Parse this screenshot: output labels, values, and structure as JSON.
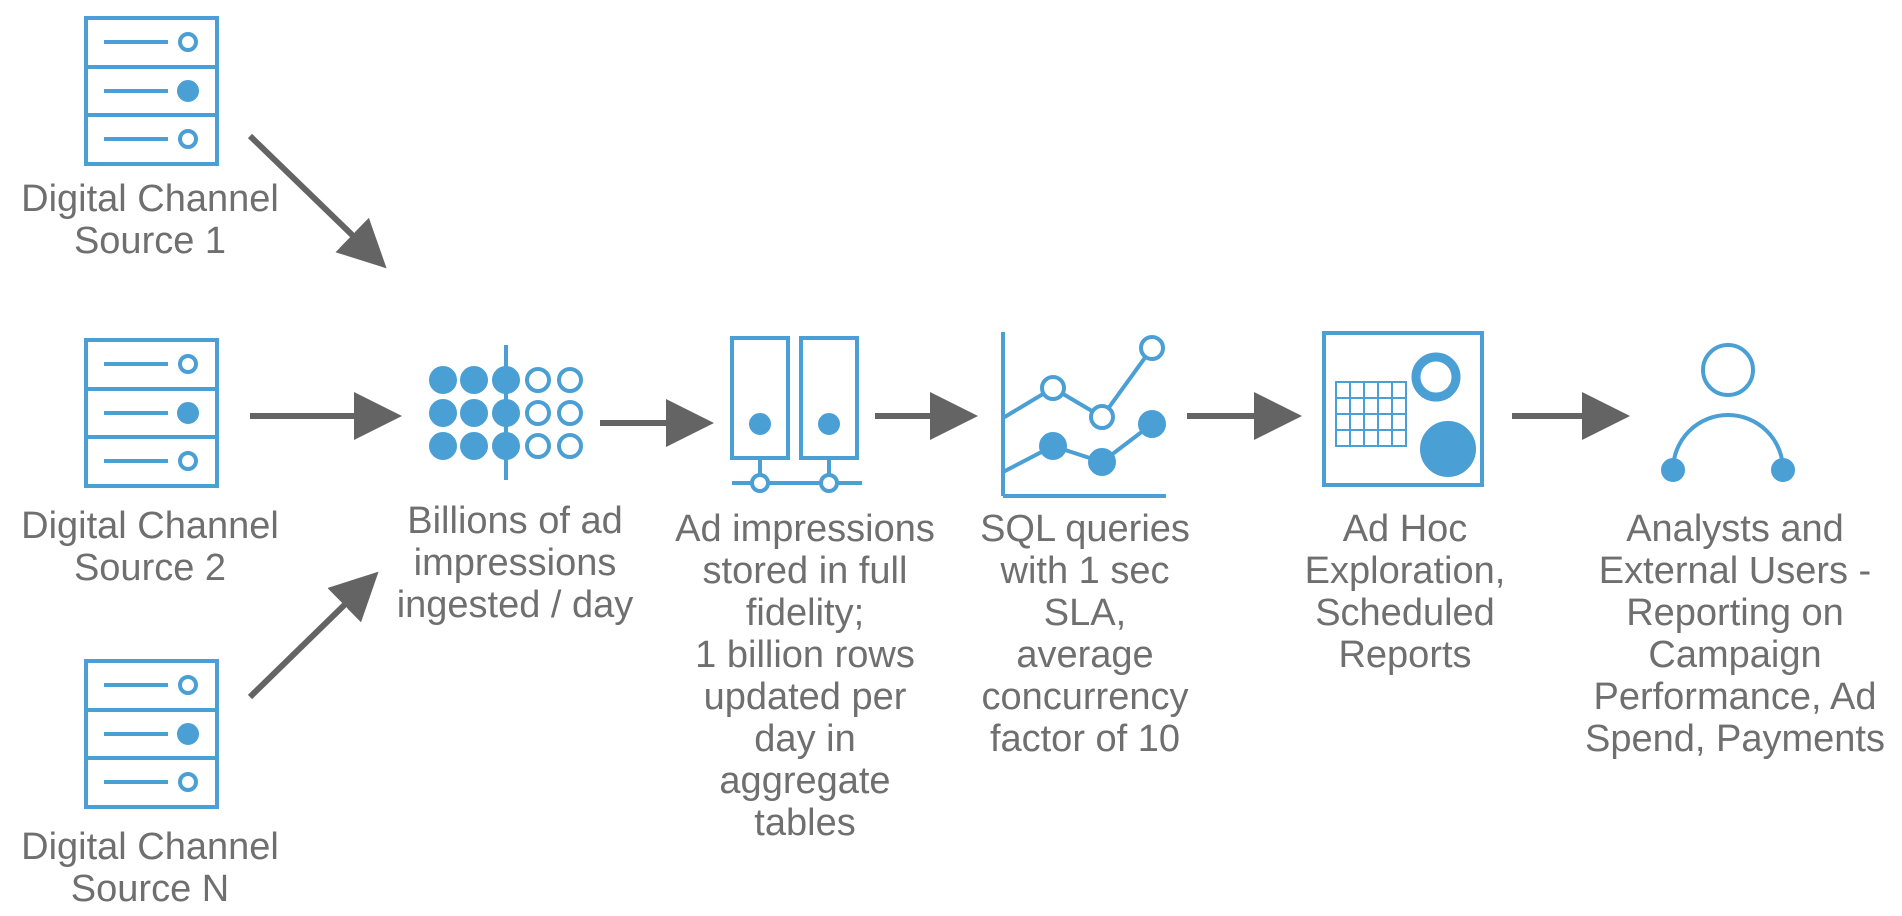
{
  "colors": {
    "accent": "#4a9fd4",
    "arrow": "#646464",
    "text": "#6f6f6f"
  },
  "sources": [
    {
      "icon": "server-icon",
      "lines": [
        "Digital Channel",
        "Source 1"
      ]
    },
    {
      "icon": "server-icon",
      "lines": [
        "Digital Channel",
        "Source 2"
      ]
    },
    {
      "icon": "server-icon",
      "lines": [
        "Digital Channel",
        "Source N"
      ]
    }
  ],
  "stages": [
    {
      "icon": "dots-grid-icon",
      "lines": [
        "Billions of ad",
        "impressions",
        "ingested / day"
      ]
    },
    {
      "icon": "storage-columns-icon",
      "lines": [
        "Ad impressions",
        "stored in full",
        "fidelity;",
        "1 billion rows",
        "updated per",
        "day in",
        "aggregate",
        "tables"
      ]
    },
    {
      "icon": "line-chart-icon",
      "lines": [
        "SQL queries",
        "with 1 sec",
        "SLA,",
        "average",
        "concurrency",
        "factor of 10"
      ]
    },
    {
      "icon": "dashboard-icon",
      "lines": [
        "Ad Hoc",
        "Exploration,",
        "Scheduled",
        "Reports"
      ]
    },
    {
      "icon": "user-icon",
      "lines": [
        "Analysts and",
        "External Users -",
        "Reporting on",
        "Campaign",
        "Performance, Ad",
        "Spend, Payments"
      ]
    }
  ]
}
